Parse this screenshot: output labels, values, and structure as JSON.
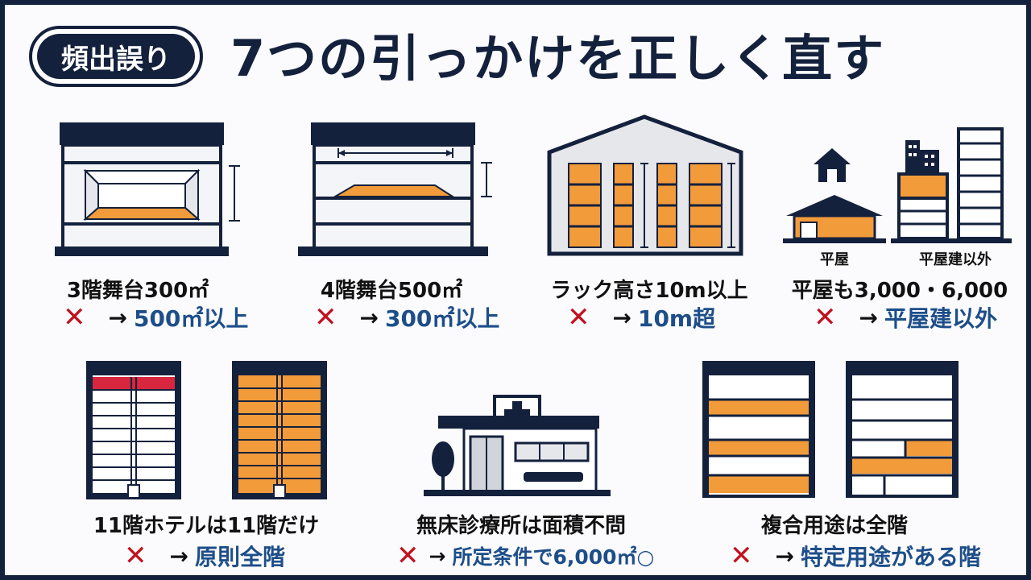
{
  "header": {
    "badge": "頻出誤り",
    "title": "7つの引っかけを正しく直す"
  },
  "colors": {
    "navy": "#14213d",
    "orange": "#f29b3a",
    "red": "#d7263d",
    "blue": "#1d4e89"
  },
  "icons": {
    "cross": "✕",
    "arrow": "→"
  },
  "items": [
    {
      "label": "3階舞台300㎡",
      "wrong": "✕",
      "arrow": "→",
      "fix": "500㎡以上"
    },
    {
      "label": "4階舞台500㎡",
      "wrong": "✕",
      "arrow": "→",
      "fix": "300㎡以上"
    },
    {
      "label": "ラック高さ10m以上",
      "wrong": "✕",
      "arrow": "→",
      "fix": "10m超"
    },
    {
      "label": "平屋も3,000・6,000",
      "wrong": "✕",
      "arrow": "→",
      "fix": "平屋建以外",
      "sub_left": "平屋",
      "sub_right": "平屋建以外"
    },
    {
      "label": "11階ホテルは11階だけ",
      "wrong": "✕",
      "arrow": "→",
      "fix": "原則全階"
    },
    {
      "label": "無床診療所は面積不問",
      "wrong": "✕",
      "arrow": "→",
      "fix": "所定条件で6,000㎡○"
    },
    {
      "label": "複合用途は全階",
      "wrong": "✕",
      "arrow": "→",
      "fix": "特定用途がある階"
    }
  ]
}
